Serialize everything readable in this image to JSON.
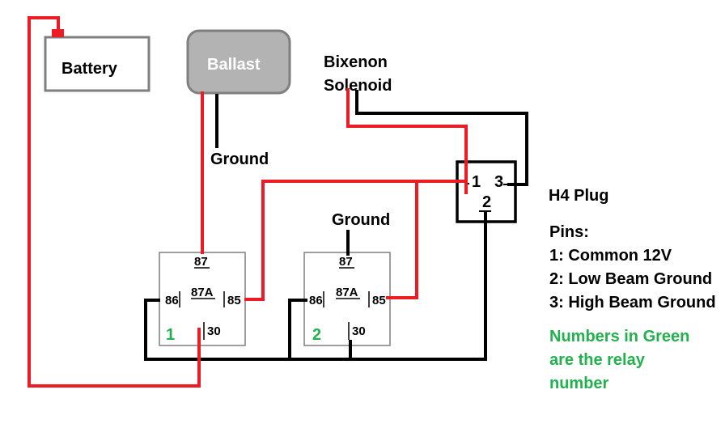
{
  "labels": {
    "battery": "Battery",
    "ballast": "Ballast",
    "bixenon_line1": "Bixenon",
    "bixenon_line2": "Solenoid",
    "ground_ballast": "Ground",
    "ground_relay": "Ground",
    "h4_plug": "H4 Plug"
  },
  "h4_pins": {
    "pin1": "1",
    "pin2": "2",
    "pin3": "3"
  },
  "relays": [
    {
      "number": "1",
      "pin87": "87",
      "pin87a": "87A",
      "pin86": "86",
      "pin85": "85",
      "pin30": "30"
    },
    {
      "number": "2",
      "pin87": "87",
      "pin87a": "87A",
      "pin86": "86",
      "pin85": "85",
      "pin30": "30"
    }
  ],
  "legend": {
    "title": "Pins:",
    "items": [
      "1: Common 12V",
      "2: Low Beam Ground",
      "3: High Beam Ground"
    ],
    "note_lines": [
      "Numbers in Green",
      "are the relay",
      "number"
    ]
  },
  "colors": {
    "positive_wire": "#ed1c24",
    "ground_wire": "#000000",
    "relay_number": "#22b14c",
    "box_border": "#7f7f7f",
    "ballast_fill": "#b3b3b3",
    "ballast_text": "#ffffff"
  }
}
